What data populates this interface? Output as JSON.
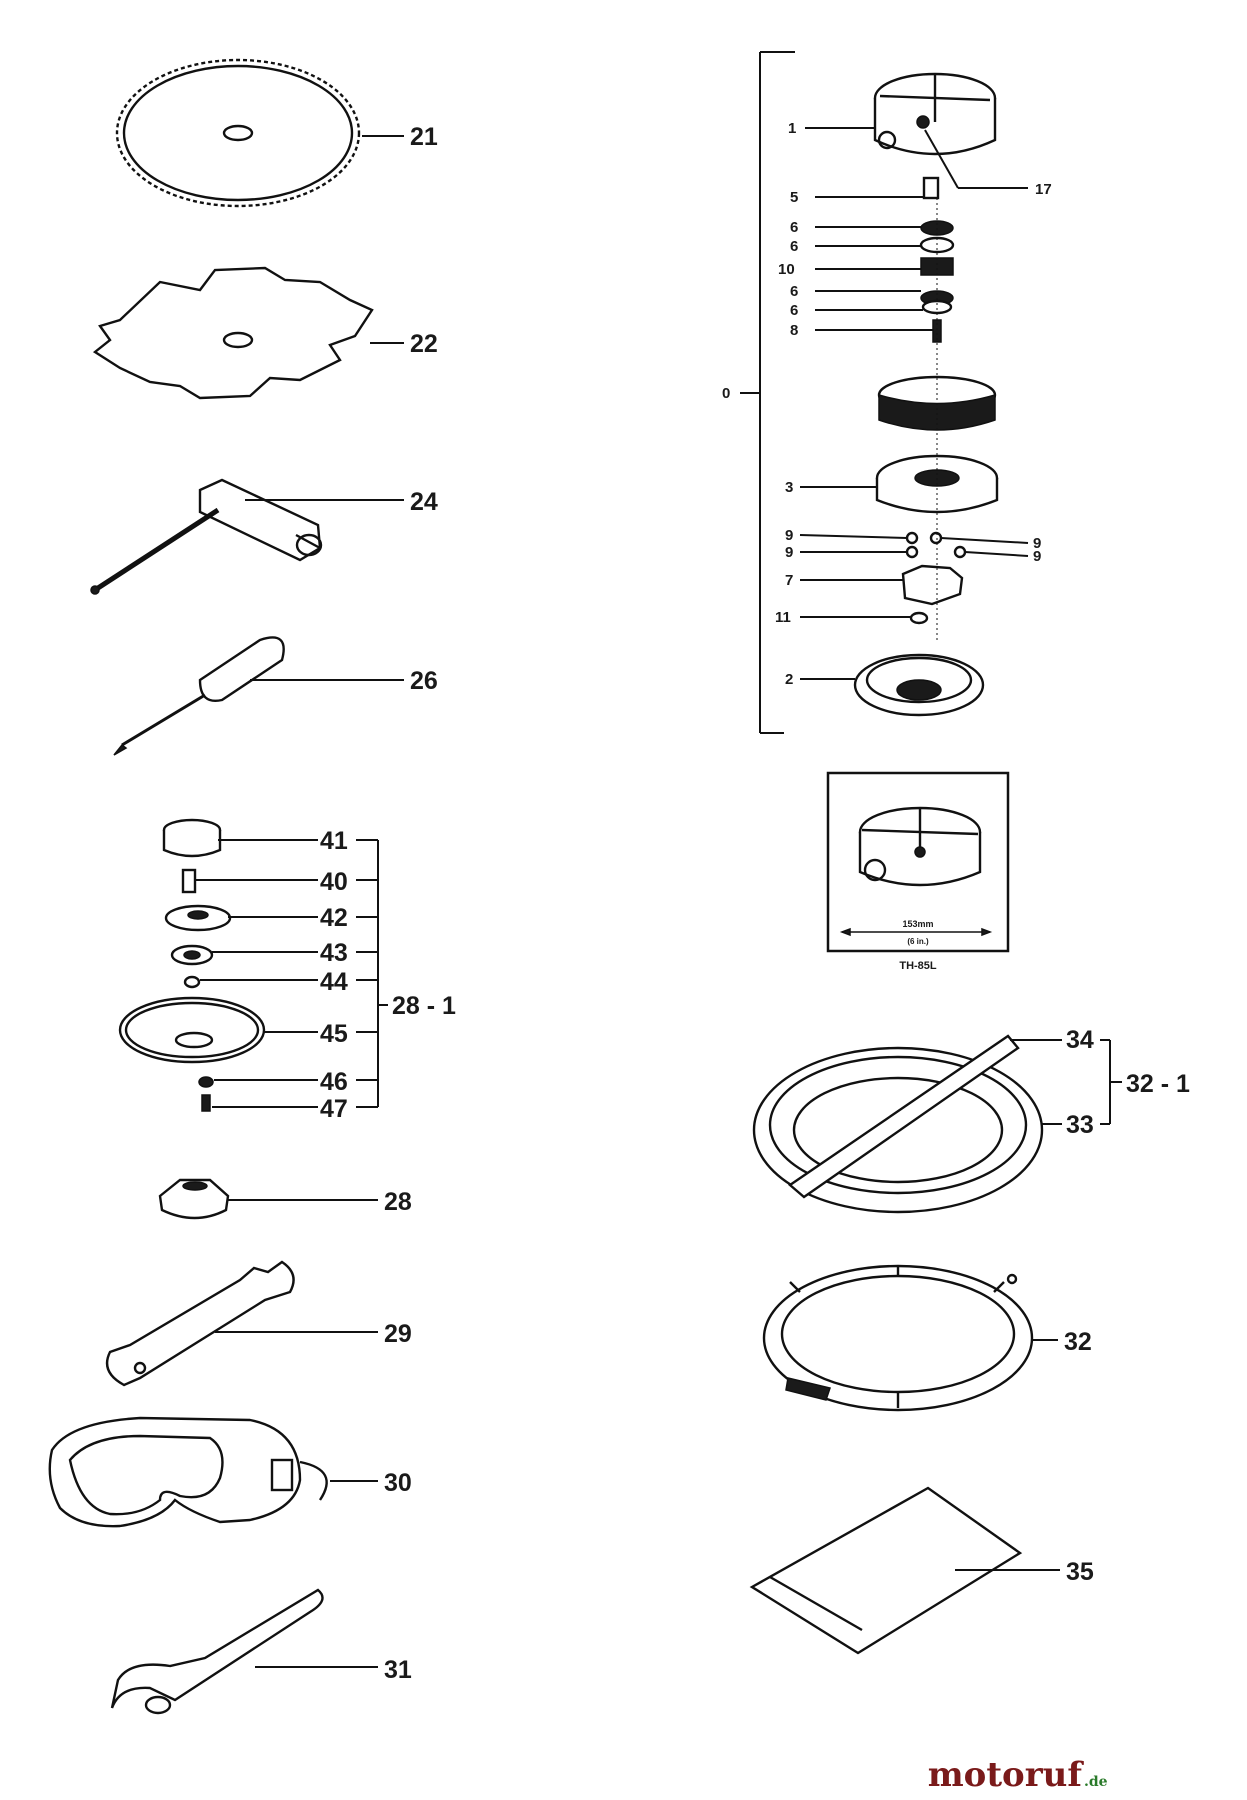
{
  "parts": {
    "p21": "21",
    "p22": "22",
    "p24": "24",
    "p26": "26",
    "p41": "41",
    "p40": "40",
    "p42": "42",
    "p43": "43",
    "p44": "44",
    "p45": "45",
    "p46": "46",
    "p47": "47",
    "p28_1": "28 - 1",
    "p28": "28",
    "p29": "29",
    "p30": "30",
    "p31": "31",
    "p0": "0",
    "p1": "1",
    "p17": "17",
    "p5": "5",
    "p6": "6",
    "p10": "10",
    "p8": "8",
    "p3": "3",
    "p9": "9",
    "p7": "7",
    "p11": "11",
    "p2": "2",
    "p34": "34",
    "p33": "33",
    "p32_1": "32 - 1",
    "p32": "32",
    "p35": "35"
  },
  "inset": {
    "dimension_mm": "153mm",
    "dimension_in": "(6 in.)",
    "model": "TH-85L"
  },
  "watermark": {
    "brand": "motoruf",
    "suffix": ".de",
    "brand_color": "#7a1a1a",
    "suffix_color": "#2a7a2a"
  }
}
